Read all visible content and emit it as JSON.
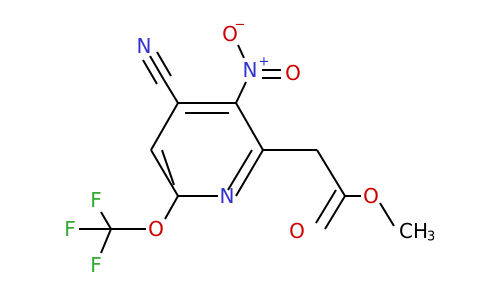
{
  "colors": {
    "bond": "#000000",
    "carbon_label": "#000000",
    "nitrogen": "#3333cc",
    "oxygen": "#cc0000",
    "fluorine": "#33aa33"
  },
  "atoms": {
    "nitrile_n": {
      "text": "N",
      "element": "N"
    },
    "nitro_n": {
      "text": "N",
      "element": "N",
      "charge": "+"
    },
    "nitro_o_top": {
      "text": "O",
      "element": "O",
      "charge": "−"
    },
    "nitro_o_right": {
      "text": "O",
      "element": "O"
    },
    "ring_n": {
      "text": "N",
      "element": "N"
    },
    "ether_o": {
      "text": "O",
      "element": "O"
    },
    "f_top": {
      "text": "F",
      "element": "F"
    },
    "f_left": {
      "text": "F",
      "element": "F"
    },
    "f_bottom": {
      "text": "F",
      "element": "F"
    },
    "carbonyl_o": {
      "text": "O",
      "element": "O"
    },
    "ester_o": {
      "text": "O",
      "element": "O"
    },
    "methyl": {
      "text": "CH",
      "subscript": "3",
      "element": "C"
    }
  }
}
